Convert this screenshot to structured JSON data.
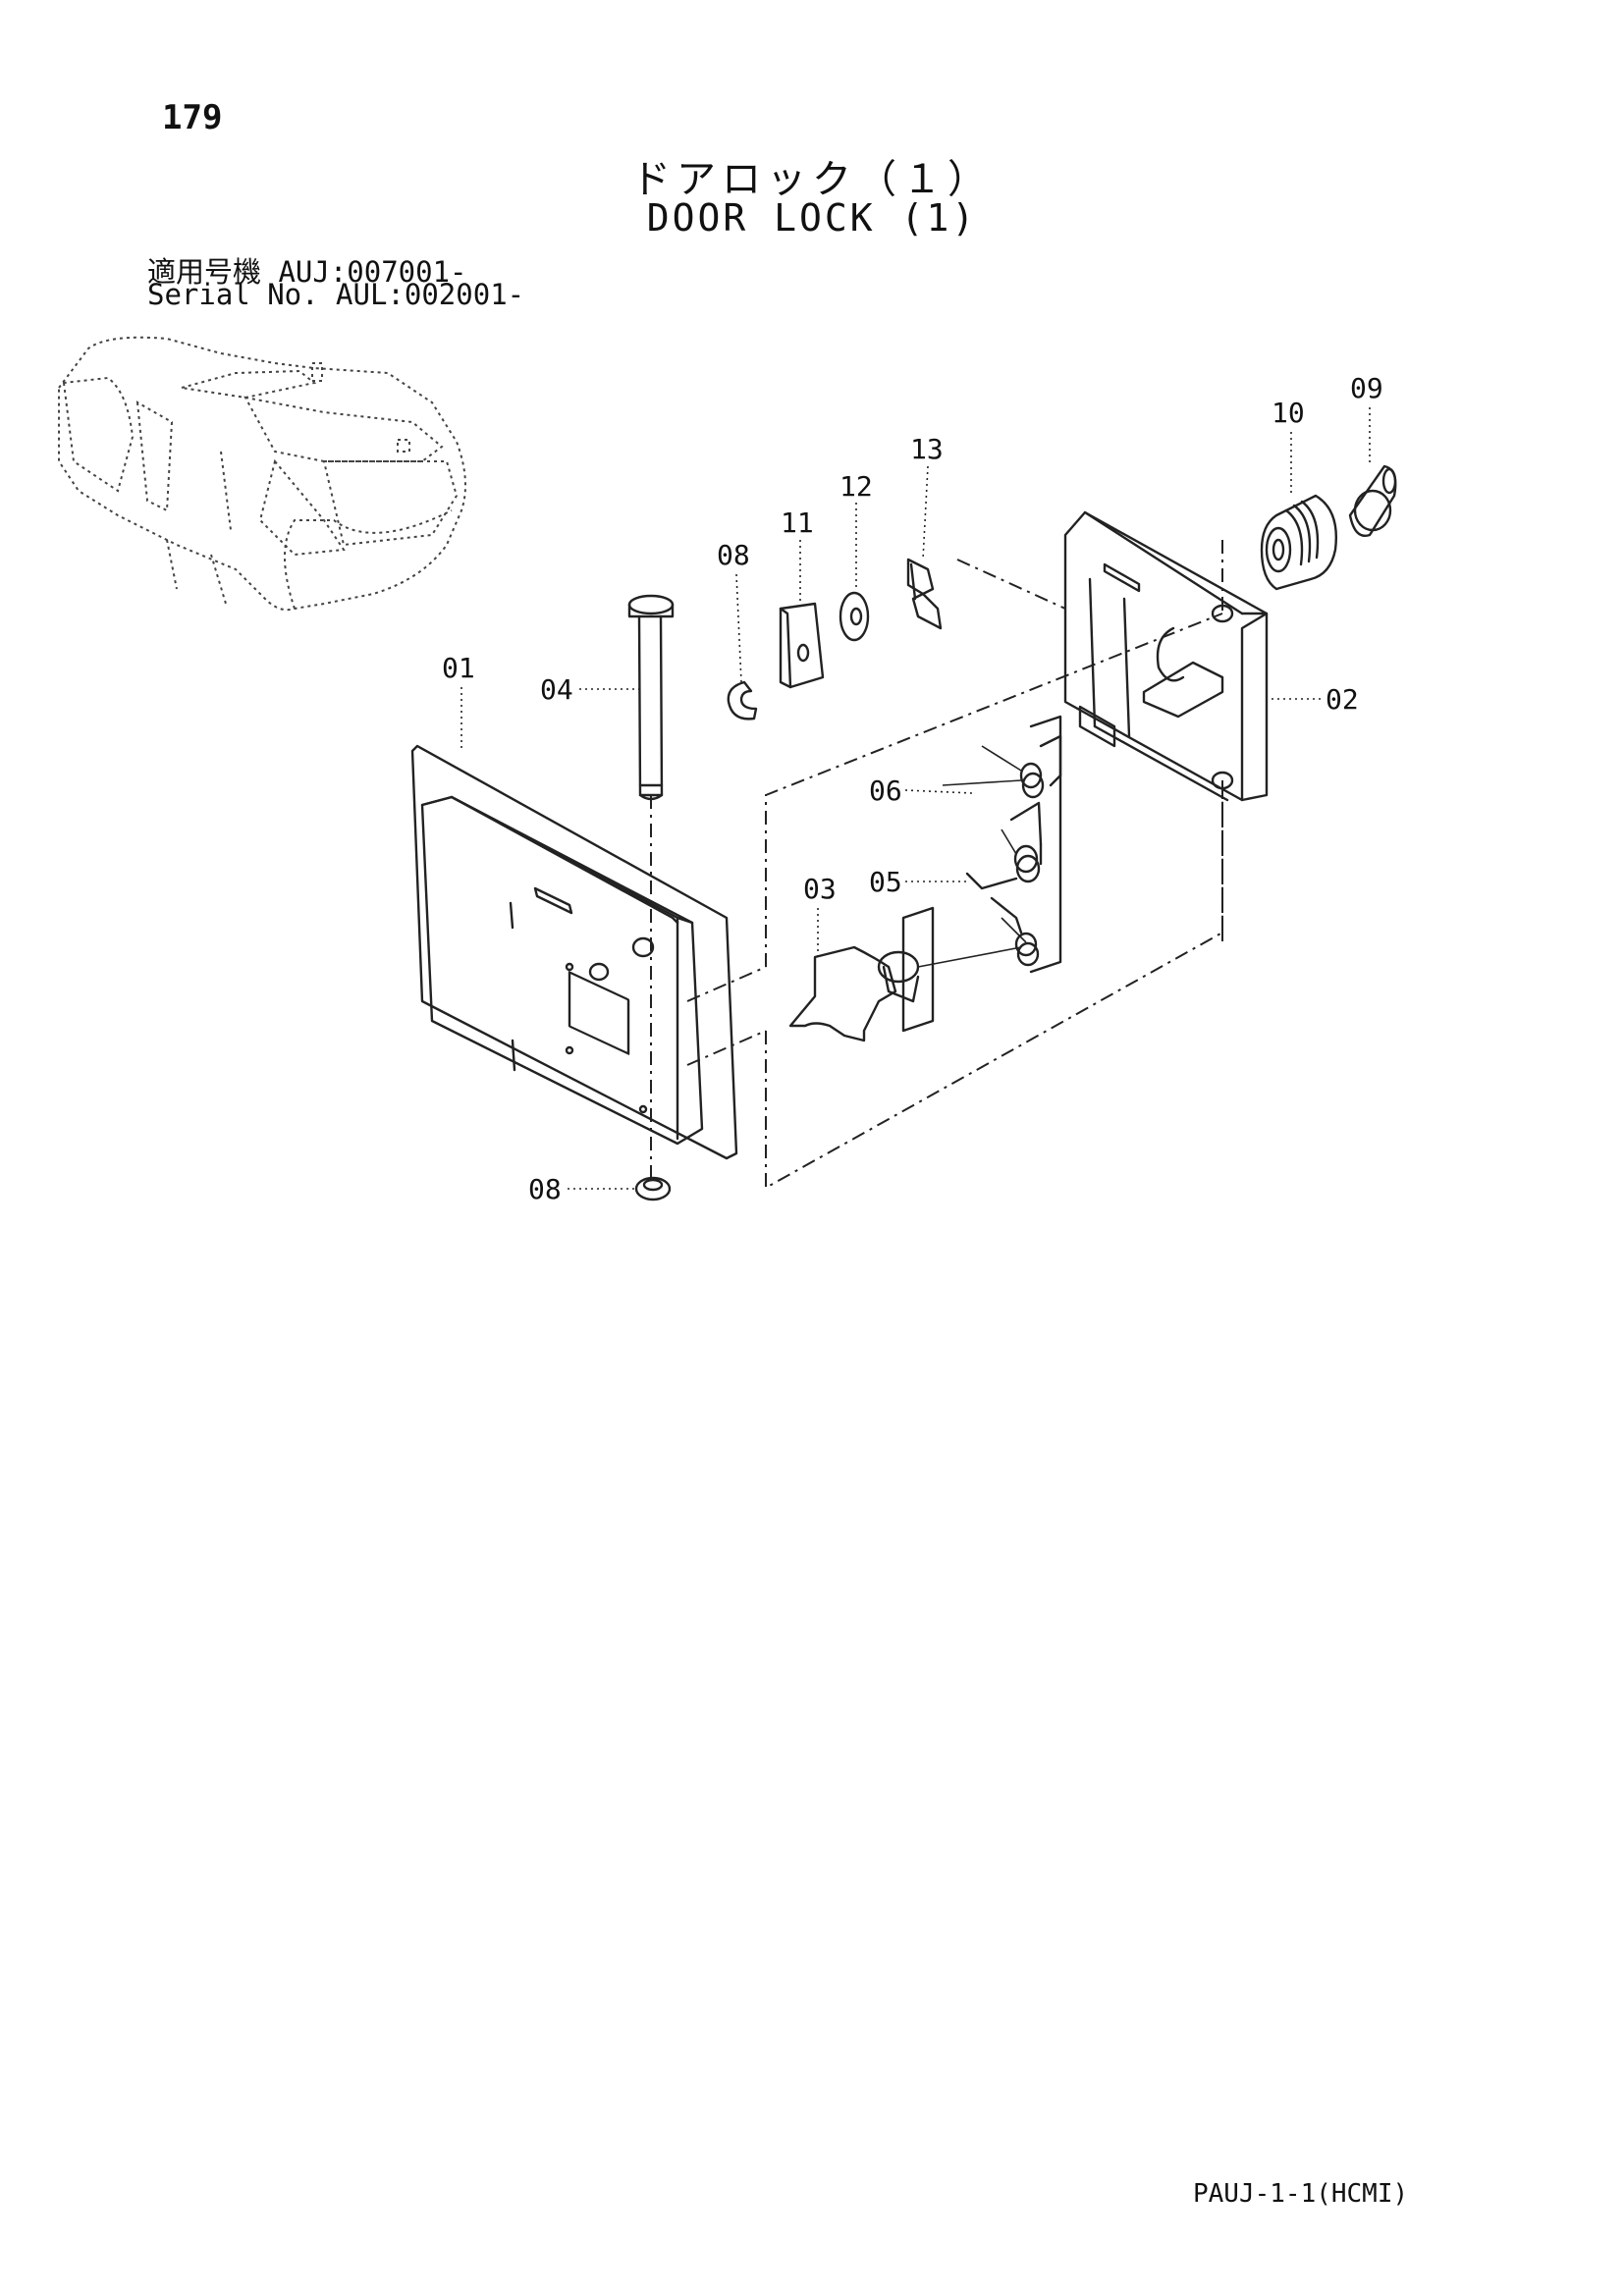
{
  "page_number": "179",
  "title_jp": "ドアロック（１）",
  "title_en": "DOOR LOCK (1)",
  "serial_jp": "適用号機  AUJ:007001-",
  "serial_en": "Serial No. AUL:002001-",
  "page_code": "PAUJ-1-1(HCMI)",
  "callouts": {
    "p01": "01",
    "p02": "02",
    "p03": "03",
    "p04": "04",
    "p05": "05",
    "p06": "06",
    "p08a": "08",
    "p08b": "08",
    "p09": "09",
    "p10": "10",
    "p11": "11",
    "p12": "12",
    "p13": "13"
  }
}
